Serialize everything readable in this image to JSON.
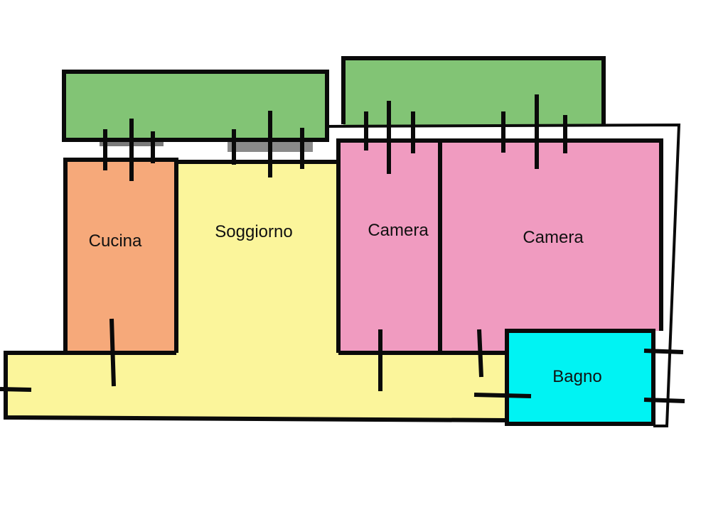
{
  "plan": {
    "rooms": [
      {
        "id": "cucina",
        "label": "Cucina",
        "color": "#F6A97A"
      },
      {
        "id": "soggiorno",
        "label": "Soggiorno",
        "color": "#FBF59B"
      },
      {
        "id": "camera-1",
        "label": "Camera",
        "color": "#F09BC0"
      },
      {
        "id": "camera-2",
        "label": "Camera",
        "color": "#F09BC0"
      },
      {
        "id": "bagno",
        "label": "Bagno",
        "color": "#00F3F3"
      }
    ],
    "balcony_color": "#82C475",
    "wall_color": "#0a0a0a"
  }
}
